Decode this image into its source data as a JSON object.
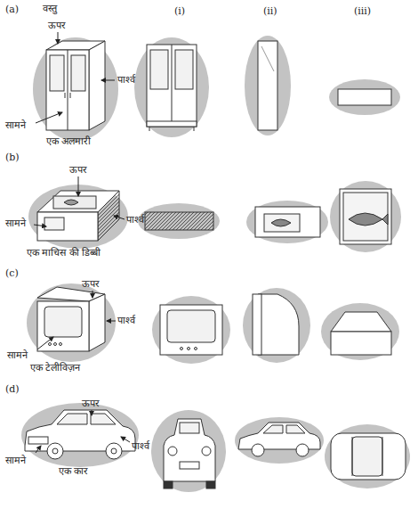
{
  "diagram": {
    "labels": [
      "(a)",
      "वस्तु",
      "(i)",
      "(ii)",
      "(iii)",
      "ऊपर",
      "पार्श्व",
      "सामने",
      "एक अलमारी",
      "(b)",
      "ऊपर",
      "सामने",
      "पार्श्व",
      "एक माचिस की डिब्बी",
      "(c)",
      "ऊपर",
      "पार्श्व",
      "सामने",
      "एक टेलीविज़न",
      "(d)",
      "ऊपर",
      "सामने",
      "एक कार",
      "पार्श्व"
    ]
  }
}
